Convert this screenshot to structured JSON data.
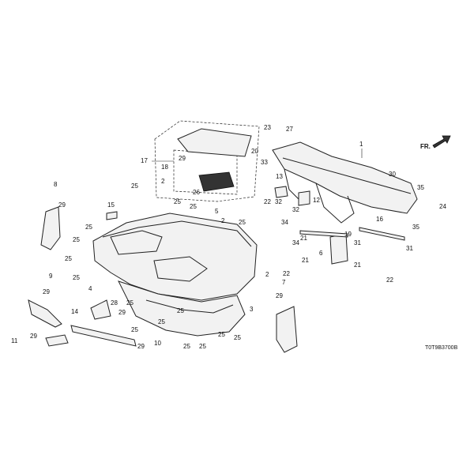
{
  "diagram": {
    "drawing_code": "T0T9B3700B",
    "direction_label": "FR.",
    "callouts": {
      "c1": "1",
      "c2a": "2",
      "c2b": "2",
      "c2c": "2",
      "c3": "3",
      "c4": "4",
      "c5": "5",
      "c6": "6",
      "c7": "7",
      "c8": "8",
      "c9": "9",
      "c10": "10",
      "c11": "11",
      "c12": "12",
      "c13": "13",
      "c14": "14",
      "c15": "15",
      "c16": "16",
      "c17": "17",
      "c18": "18",
      "c19": "19",
      "c20": "20",
      "c21a": "21",
      "c21b": "21",
      "c21c": "21",
      "c22a": "22",
      "c22b": "22",
      "c22c": "22",
      "c23": "23",
      "c24": "24",
      "c25a": "25",
      "c25b": "25",
      "c25c": "25",
      "c25d": "25",
      "c25e": "25",
      "c25f": "25",
      "c25g": "25",
      "c25h": "25",
      "c25i": "25",
      "c25j": "25",
      "c25k": "25",
      "c25l": "25",
      "c25m": "25",
      "c25n": "25",
      "c25o": "25",
      "c25p": "25",
      "c26": "26",
      "c27": "27",
      "c28": "28",
      "c29a": "29",
      "c29b": "29",
      "c29c": "29",
      "c29d": "29",
      "c29e": "29",
      "c29f": "29",
      "c29g": "29",
      "c30": "30",
      "c31a": "31",
      "c31b": "31",
      "c32a": "32",
      "c32b": "32",
      "c33": "33",
      "c34a": "34",
      "c34b": "34",
      "c35a": "35",
      "c35b": "35"
    }
  }
}
